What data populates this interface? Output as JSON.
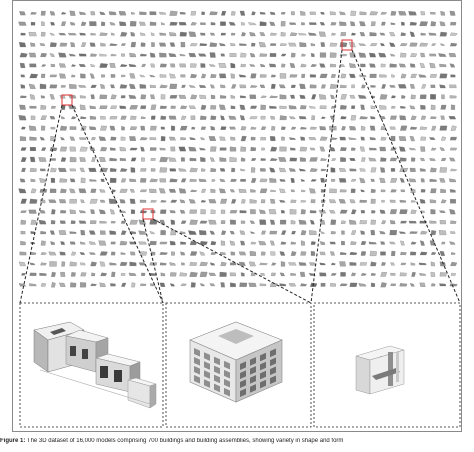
{
  "figure": {
    "caption_label": "Figure 1:",
    "caption_text": "The 3D dataset of 16,000 models comprising 700 buildings and building assemblies, showing variety in shape and form",
    "colors": {
      "frame": "#8a8a8a",
      "thumbnail_ink": "#6f6f6f",
      "highlight": "#e03030",
      "dashed_line": "#222222",
      "model_face": "#f4f4f4",
      "model_shade": "#9a9a9a"
    },
    "thumbnail_grid": {
      "columns": 44,
      "rows": 27
    },
    "insets": [
      {
        "name": "inset-building-elongated",
        "description_icon": "elongated-house-model-icon"
      },
      {
        "name": "inset-building-block",
        "description_icon": "block-building-model-icon"
      },
      {
        "name": "inset-building-fragment",
        "description_icon": "wall-fragment-model-icon"
      }
    ]
  }
}
